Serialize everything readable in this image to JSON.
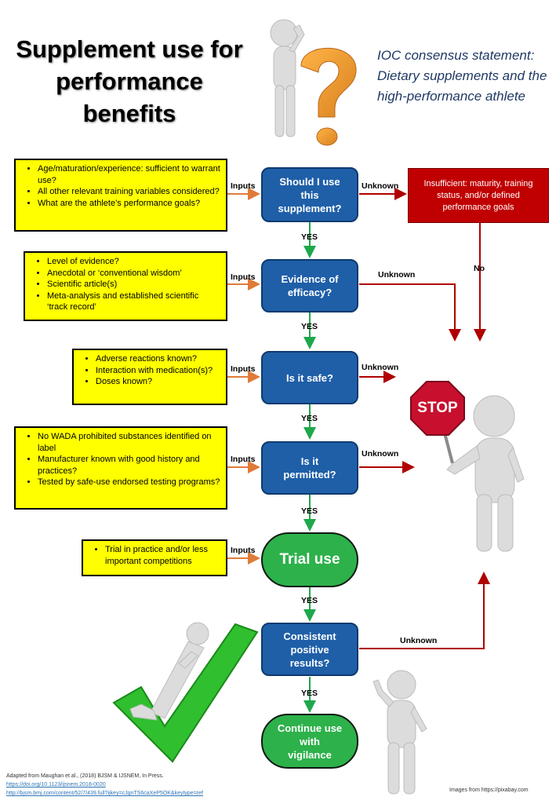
{
  "title": "Supplement use for performance benefits",
  "subtitle": "IOC consensus statement: Dietary supplements and the high-performance athlete",
  "questions": [
    {
      "label": "Should I use this supplement?",
      "input_label": "Inputs",
      "yes_label": "YES",
      "unknown_label": "Unknown",
      "bullets": [
        "Age/maturation/experience:  sufficient to warrant use?",
        "All other relevant training variables considered?",
        "What are the athlete’s performance goals?"
      ]
    },
    {
      "label": "Evidence of efficacy?",
      "input_label": "Inputs",
      "yes_label": "YES",
      "unknown_label": "Unknown",
      "bullets": [
        "Level of evidence?",
        "Anecdotal or ‘conventional wisdom’",
        "Scientific article(s)",
        "Meta-analysis and established scientific ‘track record’"
      ]
    },
    {
      "label": "Is it safe?",
      "input_label": "Inputs",
      "yes_label": "YES",
      "unknown_label": "Unknown",
      "bullets": [
        "Adverse reactions known?",
        "Interaction with medication(s)?",
        "Doses known?"
      ]
    },
    {
      "label": "Is it permitted?",
      "input_label": "Inputs",
      "yes_label": "YES",
      "unknown_label": "Unknown",
      "bullets": [
        "No WADA prohibited substances identified on label",
        "Manufacturer known with good history and practices?",
        "Tested by safe-use endorsed testing programs?"
      ]
    }
  ],
  "trial": {
    "label": "Trial use",
    "input_label": "Inputs",
    "yes_label": "YES",
    "bullets": [
      "Trial in practice and/or less important competitions"
    ]
  },
  "consistent": {
    "label": "Consistent positive results?",
    "yes_label": "YES",
    "unknown_label": "Unknown"
  },
  "continue": {
    "label": "Continue use with vigilance"
  },
  "insufficient": {
    "label": "Insufficient: maturity, training status, and/or defined performance goals",
    "no_label": "No"
  },
  "stop_sign": {
    "text": "STOP"
  },
  "footer": {
    "credit": "Adapted from Maughan et al., (2018) BJSM & IJSNEM, In Press.",
    "link1": "https://doi.org/10.1123/ijsnem.2018-0020",
    "link2": "http://bjsm.bmj.com/content/52/7/439.full?ijkey=cJgnTS6caXeP5OK&keytype=ref",
    "images": "Images  from https://pixabay.com"
  },
  "colors": {
    "yellow": "#ffff00",
    "blue": "#1f5fa8",
    "green": "#2db14a",
    "red": "#c00000",
    "arrow_orange": "#e07b39",
    "arrow_green": "#1ea84c",
    "arrow_red": "#b00000"
  }
}
